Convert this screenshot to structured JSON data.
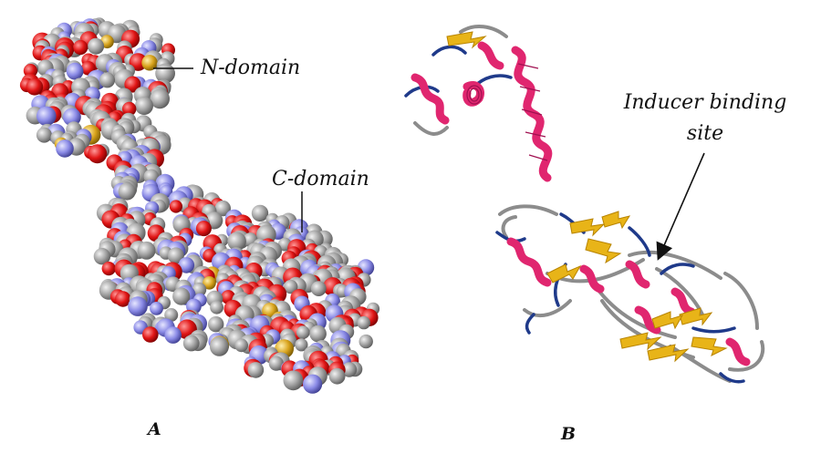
{
  "panel_a": {
    "letter": "A",
    "label_n": "N-domain",
    "label_c": "C-domain"
  },
  "panel_b": {
    "letter": "B",
    "site_line1": "Inducer binding",
    "site_line2": "site"
  },
  "colors": {
    "carbon": "#9a9a9a",
    "oxygen": "#e01515",
    "nitrogen": "#8a8ae6",
    "sulfur": "#d9a41e",
    "helix": "#e0266f",
    "sheet": "#e8b418",
    "coil_blue": "#1f3a8a",
    "coil_gray": "#8c8c8c"
  }
}
